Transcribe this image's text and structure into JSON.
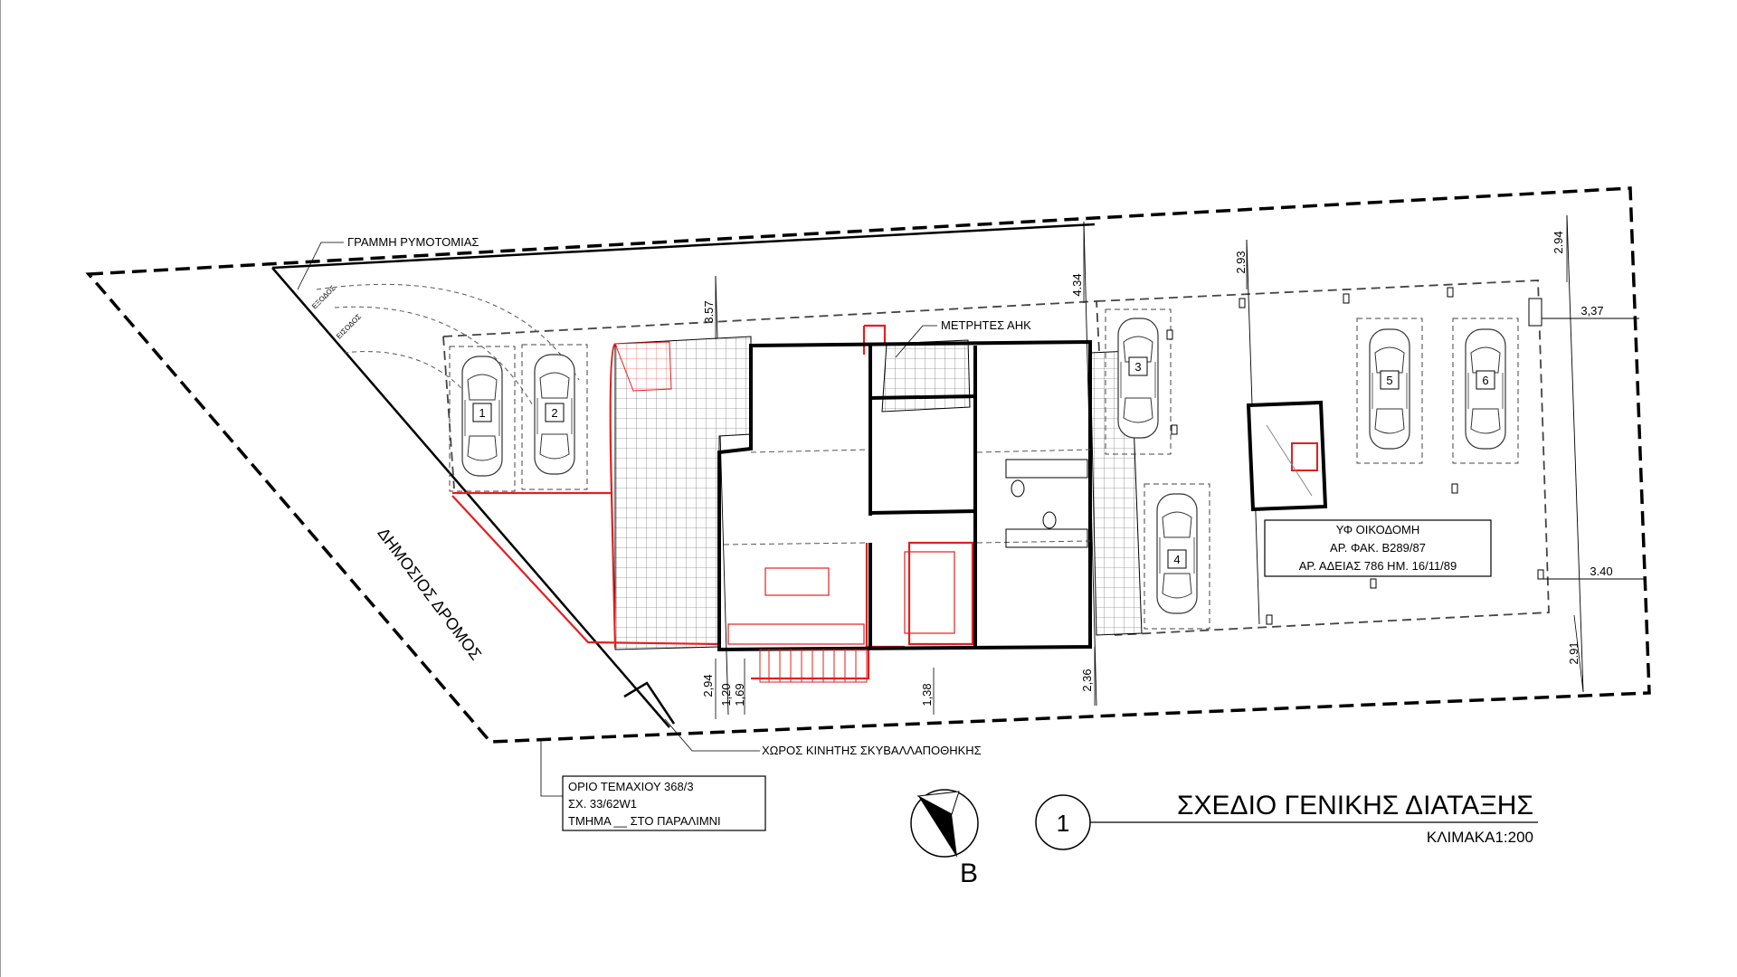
{
  "drawing": {
    "title": "ΣΧΕΔΙΟ ΓΕΝΙΚΗΣ ΔΙΑΤΑΞΗΣ",
    "scale": "ΚΛΙΜΑΚΑ1:200",
    "number": "1",
    "north": "B"
  },
  "labels": {
    "road_line": "ΓΡΑΜΜΗ ΡΥΜΟΤΟΜΙΑΣ",
    "meters": "ΜΕΤΡΗΤΕΣ ΑΗΚ",
    "public_road": "ΔΗΜΟΣΙΟΣ ΔΡΟΜΟΣ",
    "bin_area": "ΧΩΡΟΣ ΚΙΝΗΤΗΣ ΣΚΥΒΑΛΛΑΠΟΘΗΚΗΣ",
    "exit": "ΕΞΟΔΟΣ",
    "entry": "ΕΙΣΟΔΟΣ"
  },
  "plot_box": {
    "line1": "ΟΡΙΟ ΤΕΜΑΧΙΟΥ 368/3",
    "line2": "ΣΧ. 33/62W1",
    "line3": "ΤΜΗΜΑ __ ΣΤΟ ΠΑΡΑΛΙΜΝΙ"
  },
  "existing_building": {
    "line1": "ΥΦ ΟΙΚΟΔΟΜΗ",
    "line2": "ΑΡ. ΦΑΚ. Β289/87",
    "line3": "ΑΡ. ΑΔΕΙΑΣ 786 ΗΜ. 16/11/89"
  },
  "parking_numbers": [
    "1",
    "2",
    "3",
    "4",
    "5",
    "6"
  ],
  "dimensions": {
    "d357": "3.57",
    "d434": "4.34",
    "d293": "2.93",
    "d294_top": "2.94",
    "d337": "3,37",
    "d340": "3.40",
    "d291": "2.91",
    "d294_bot": "2,94",
    "d120": "1,20",
    "d169": "1,69",
    "d138": "1,38",
    "d236": "2,36"
  },
  "colors": {
    "new_building": "#e41e1e",
    "lines": "#000000",
    "hatch_yellow": "#e8d23a"
  }
}
